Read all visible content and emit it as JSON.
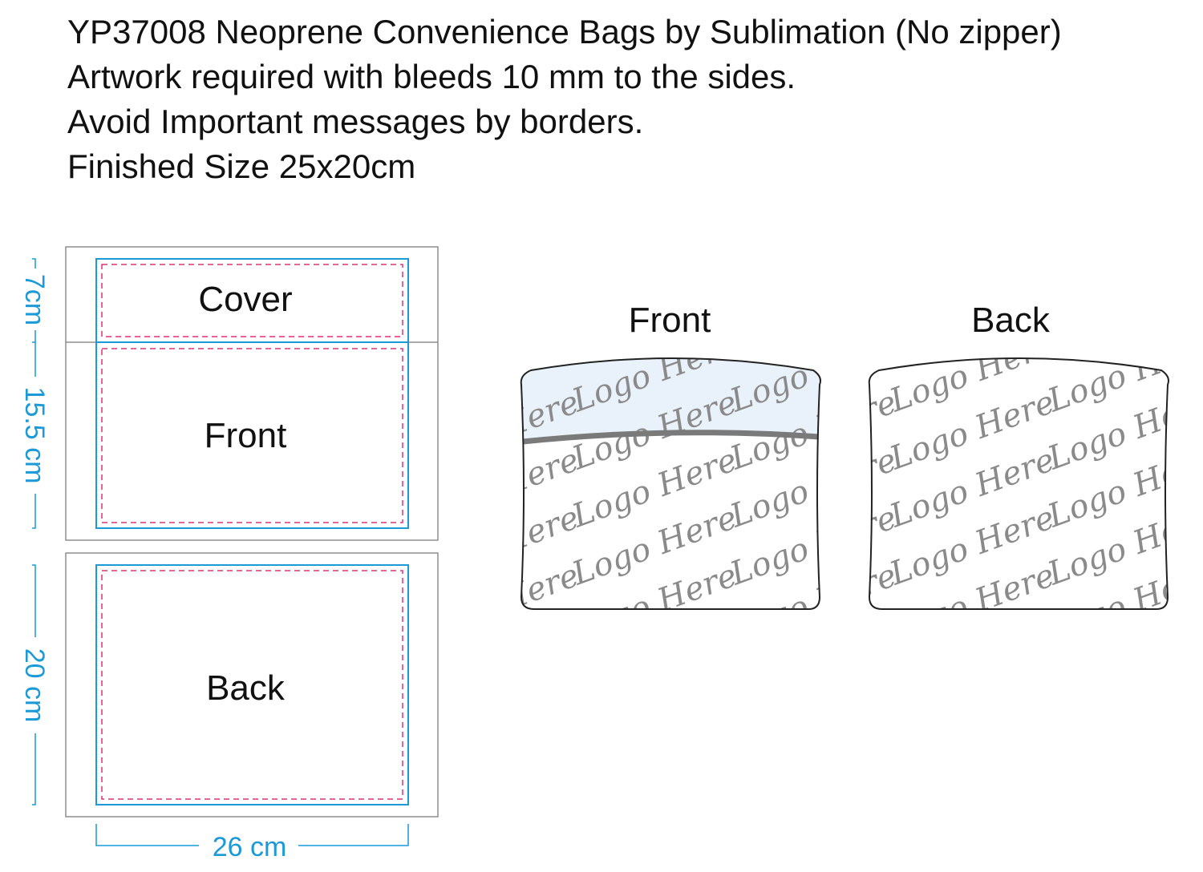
{
  "header": {
    "lines": [
      "YP37008 Neoprene Convenience Bags by Sublimation (No zipper)",
      "Artwork required with bleeds 10 mm to the sides.",
      "Avoid Important messages by borders.",
      "Finished Size 25x20cm"
    ]
  },
  "layout_template": {
    "panels": {
      "cover": "Cover",
      "front": "Front",
      "back": "Back"
    },
    "dimensions": {
      "cover_height": "7cm",
      "front_height": "15.5 cm",
      "back_height": "20 cm",
      "width": "26 cm"
    }
  },
  "preview": {
    "front_title": "Front",
    "back_title": "Back",
    "logo_text": "Logo Here"
  },
  "colors": {
    "bleed_line": "#1a9ad6",
    "safe_line": "#e0307a",
    "cover_tint": "#e9f2fb",
    "flap_edge": "#7a7a7a",
    "logo_gray": "#8a8a8a"
  }
}
